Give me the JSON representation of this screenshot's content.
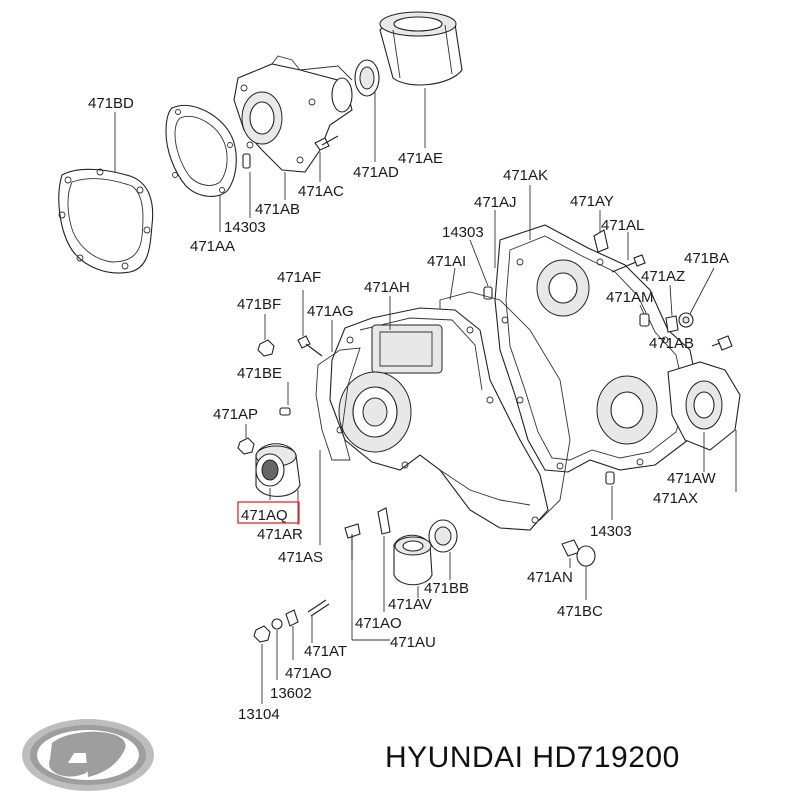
{
  "labels": {
    "l_471BD": "471BD",
    "l_471AA": "471AA",
    "l_14303_top": "14303",
    "l_471AB": "471AB",
    "l_471AC": "471AC",
    "l_471AD": "471AD",
    "l_471AE": "471AE",
    "l_471AK": "471AK",
    "l_471AJ": "471AJ",
    "l_14303_mid": "14303",
    "l_471AI": "471AI",
    "l_471AY": "471AY",
    "l_471AL": "471AL",
    "l_471BA": "471BA",
    "l_471AZ": "471AZ",
    "l_471AM": "471AM",
    "l_471AB_right": "471AB",
    "l_471AF": "471AF",
    "l_471AH": "471AH",
    "l_471BF": "471BF",
    "l_471AG": "471AG",
    "l_471BE": "471BE",
    "l_471AP": "471AP",
    "l_471AQ": "471AQ",
    "l_471AR": "471AR",
    "l_471AS": "471AS",
    "l_471AW": "471AW",
    "l_471AX": "471AX",
    "l_14303_low": "14303",
    "l_471AN": "471AN",
    "l_471BC": "471BC",
    "l_471BB": "471BB",
    "l_471AV": "471AV",
    "l_471AO_mid": "471AO",
    "l_471AU": "471AU",
    "l_471AT": "471AT",
    "l_471AO_low": "471AO",
    "l_13602": "13602",
    "l_13104": "13104"
  },
  "highlight": {
    "label_key": "l_471AQ",
    "color": "#e53935"
  },
  "brand": {
    "caption": "HYUNDAI HD719200",
    "logo_icon": "hyundai-logo-icon"
  }
}
